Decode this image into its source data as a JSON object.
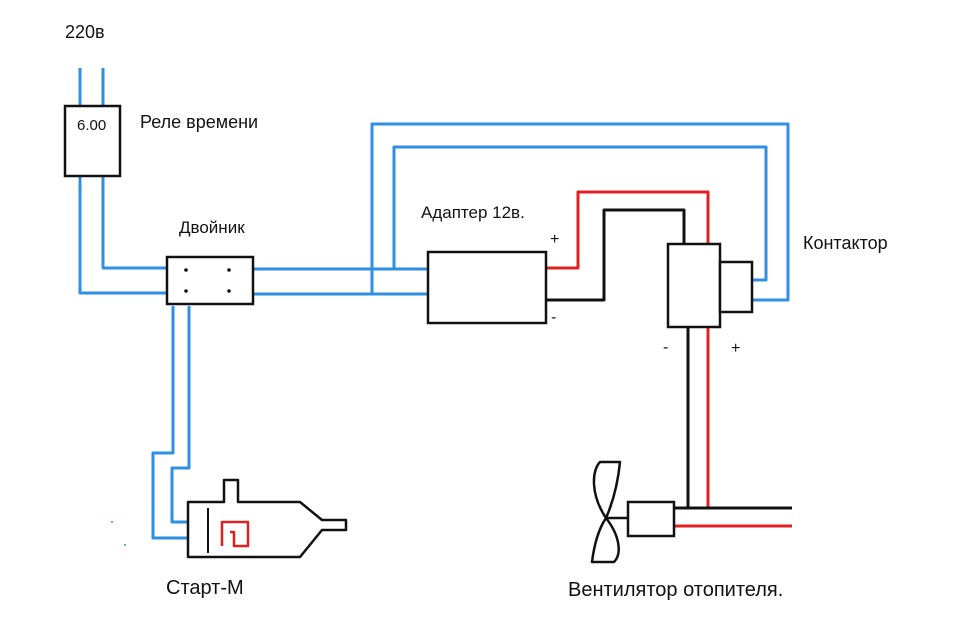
{
  "labels": {
    "supply": "220в",
    "timer_relay": "Реле времени",
    "timer_value": "6.00",
    "splitter": "Двойник",
    "adapter": "Адаптер 12в.",
    "adapter_plus": "+",
    "adapter_minus": "-",
    "contactor": "Контактор",
    "contactor_minus": "-",
    "contactor_plus": "+",
    "starter": "Старт-М",
    "fan": "Вентилятор отопителя."
  },
  "colors": {
    "mains_wire": "#2f8fe0",
    "positive_wire": "#e02020",
    "negative_wire": "#111111",
    "outline": "#111111"
  }
}
